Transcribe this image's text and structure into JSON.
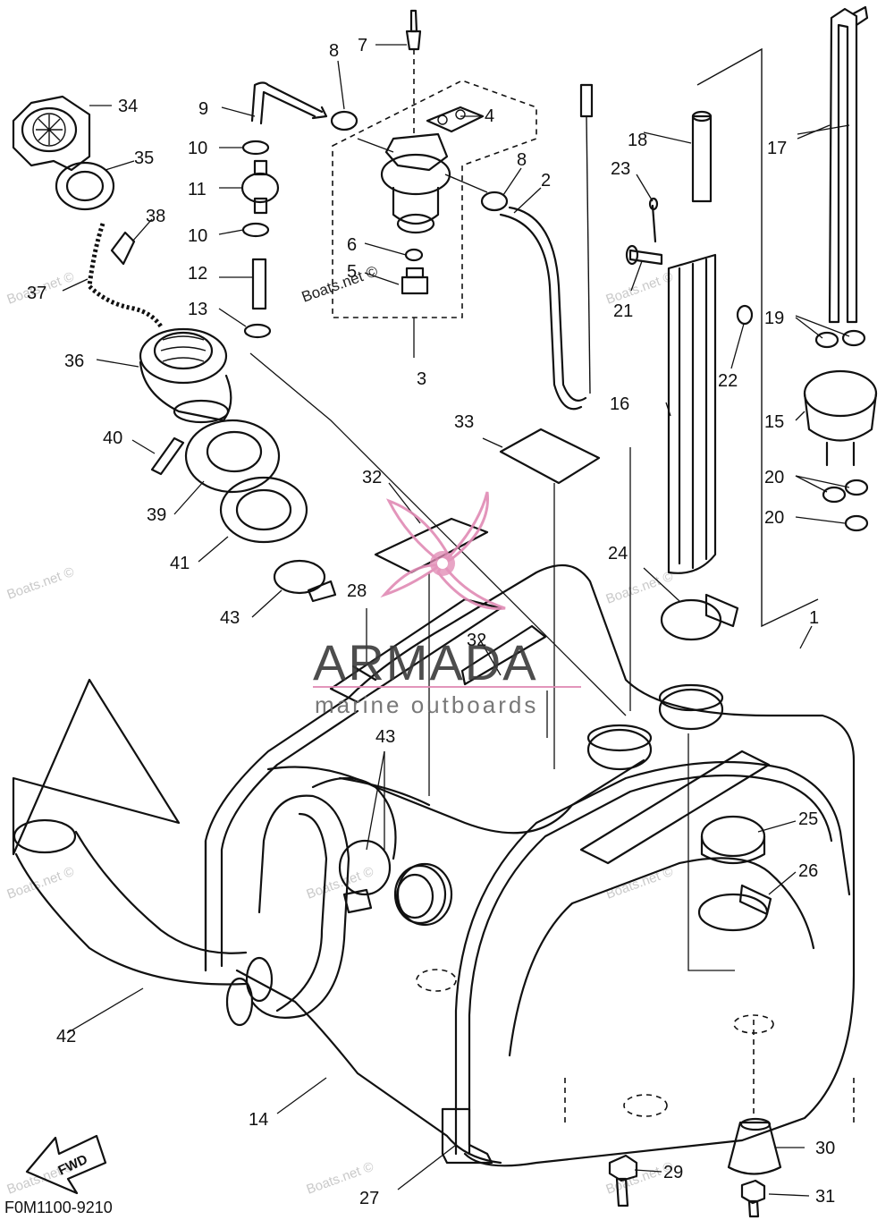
{
  "diagram_code": "F0M1100-9210",
  "direction_label": "FWD",
  "brand": {
    "name": "ARMADA",
    "tagline": "marine outboards"
  },
  "watermark": "Boats.net ©",
  "callouts": [
    "1",
    "2",
    "3",
    "4",
    "5",
    "6",
    "7",
    "8",
    "8",
    "9",
    "10",
    "10",
    "11",
    "12",
    "13",
    "14",
    "15",
    "16",
    "17",
    "18",
    "19",
    "20",
    "20",
    "21",
    "22",
    "23",
    "24",
    "25",
    "26",
    "27",
    "28",
    "29",
    "30",
    "31",
    "32",
    "32",
    "33",
    "34",
    "35",
    "36",
    "37",
    "38",
    "39",
    "40",
    "41",
    "42",
    "43",
    "43"
  ]
}
